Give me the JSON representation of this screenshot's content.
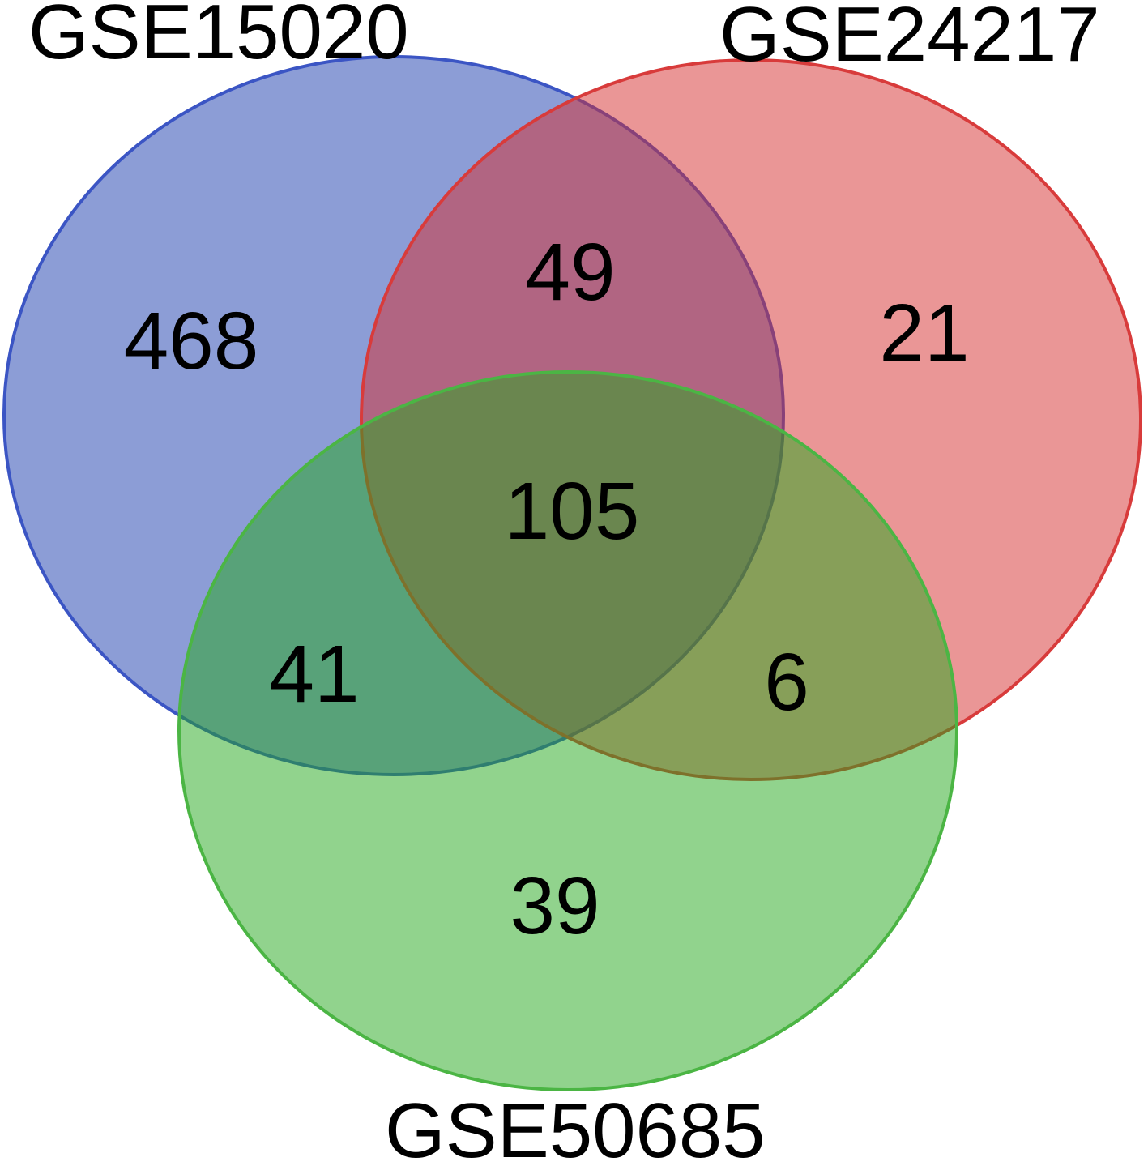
{
  "venn": {
    "sets": [
      {
        "id": "a",
        "label": "GSE15020",
        "fill": "#1a3cad",
        "stroke": "#3b55c4"
      },
      {
        "id": "b",
        "label": "GSE24217",
        "fill": "#d52d2d",
        "stroke": "#d83b3b"
      },
      {
        "id": "c",
        "label": "GSE50685",
        "fill": "#24a81c",
        "stroke": "#4bb544"
      }
    ],
    "regions": {
      "a_only": "468",
      "b_only": "21",
      "c_only": "39",
      "ab": "49",
      "ac": "41",
      "bc": "6",
      "abc": "105"
    }
  }
}
